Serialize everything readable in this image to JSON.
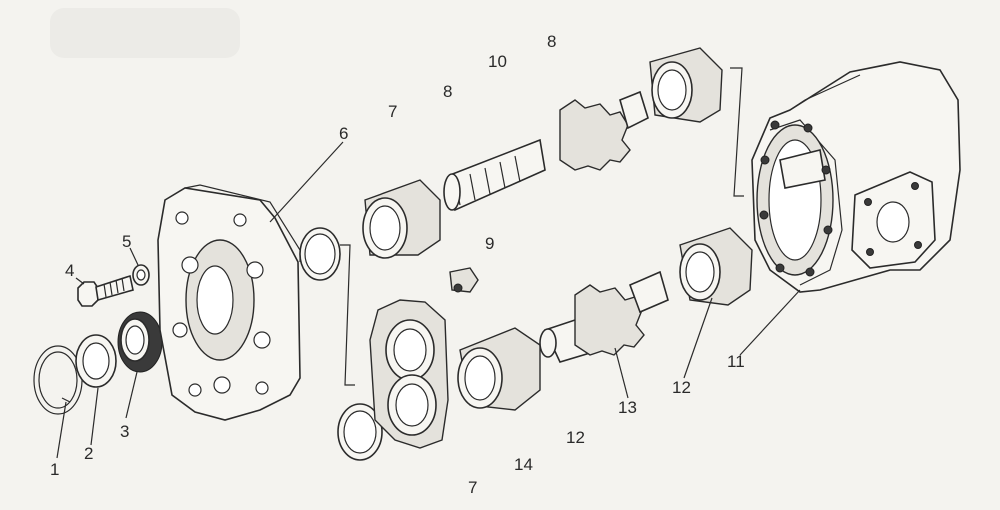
{
  "callouts": {
    "n1": "1",
    "n2": "2",
    "n3": "3",
    "n4": "4",
    "n5": "5",
    "n6": "6",
    "n7a": "7",
    "n7b": "7",
    "n8a": "8",
    "n8b": "8",
    "n9": "9",
    "n10": "10",
    "n11": "11",
    "n12a": "12",
    "n12b": "12",
    "n13": "13",
    "n14": "14"
  }
}
